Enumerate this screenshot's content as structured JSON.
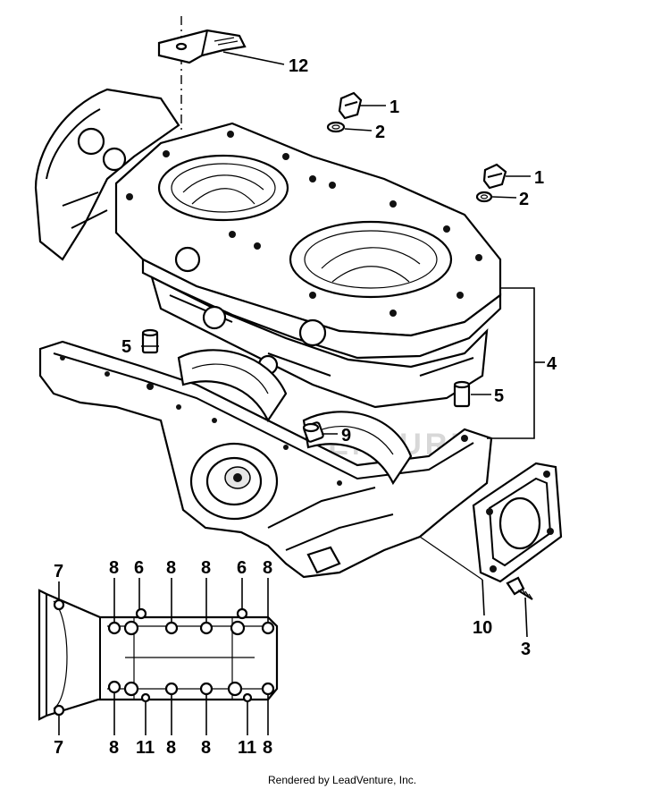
{
  "diagram": {
    "callouts": [
      {
        "id": "c12",
        "label": "12"
      },
      {
        "id": "c1a",
        "label": "1"
      },
      {
        "id": "c2a",
        "label": "2"
      },
      {
        "id": "c1b",
        "label": "1"
      },
      {
        "id": "c2b",
        "label": "2"
      },
      {
        "id": "c4",
        "label": "4"
      },
      {
        "id": "c5a",
        "label": "5"
      },
      {
        "id": "c5b",
        "label": "5"
      },
      {
        "id": "c9",
        "label": "9"
      },
      {
        "id": "c10",
        "label": "10"
      },
      {
        "id": "c3",
        "label": "3"
      },
      {
        "id": "t7",
        "label": "7"
      },
      {
        "id": "t8a",
        "label": "8"
      },
      {
        "id": "t6a",
        "label": "6"
      },
      {
        "id": "t8b",
        "label": "8"
      },
      {
        "id": "t8c",
        "label": "8"
      },
      {
        "id": "t6b",
        "label": "6"
      },
      {
        "id": "t8d",
        "label": "8"
      },
      {
        "id": "b7",
        "label": "7"
      },
      {
        "id": "b8a",
        "label": "8"
      },
      {
        "id": "b11a",
        "label": "11"
      },
      {
        "id": "b8b",
        "label": "8"
      },
      {
        "id": "b8c",
        "label": "8"
      },
      {
        "id": "b11b",
        "label": "11"
      },
      {
        "id": "b8d",
        "label": "8"
      }
    ],
    "watermark": "LEADVENTURE",
    "footer": "Rendered by LeadVenture, Inc."
  }
}
